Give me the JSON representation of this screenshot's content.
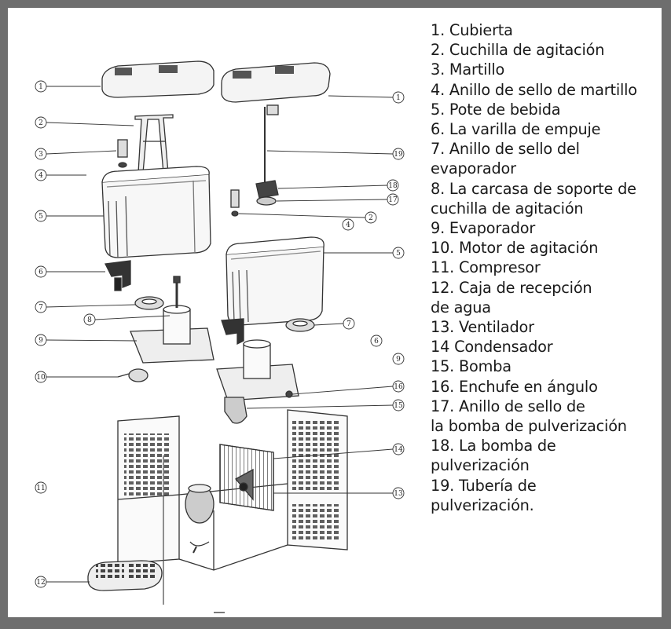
{
  "diagram": {
    "callouts_left": [
      "1",
      "2",
      "3",
      "4",
      "5",
      "6",
      "7",
      "8",
      "9",
      "10",
      "11",
      "12"
    ],
    "callouts_right": [
      "1",
      "19",
      "18",
      "17",
      "2",
      "4",
      "5",
      "7",
      "6",
      "9",
      "16",
      "15",
      "14",
      "13"
    ]
  },
  "legend": {
    "lines": [
      "1. Cubierta",
      "2. Cuchilla de agitación",
      "3. Martillo",
      "4. Anillo de sello de martillo",
      "5. Pote de bebida",
      "6. La varilla de empuje",
      "7. Anillo de sello del",
      "evaporador",
      "8. La carcasa de soporte de",
      "cuchilla de agitación",
      "9. Evaporador",
      "10. Motor de agitación",
      "11. Compresor",
      "12. Caja de recepción",
      "de agua",
      "13. Ventilador",
      "14 Condensador",
      "15. Bomba",
      "16. Enchufe en ángulo",
      "17. Anillo de sello de",
      "la bomba de pulverización",
      "18. La bomba de",
      "pulverización",
      "19. Tubería de",
      "pulverización."
    ]
  }
}
